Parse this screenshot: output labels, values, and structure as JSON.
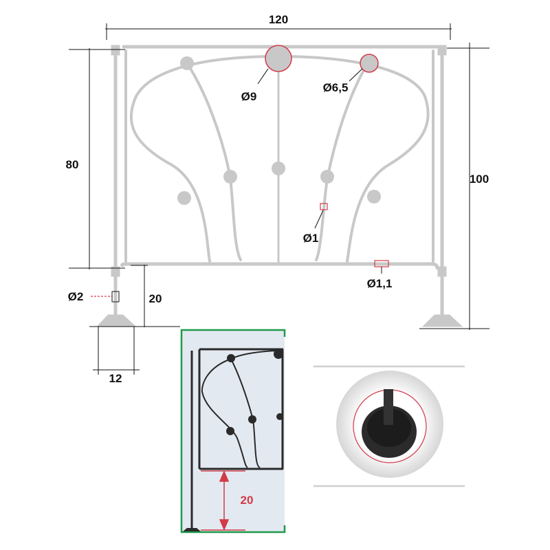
{
  "dimensions": {
    "width": "120",
    "height_panel": "80",
    "height_total": "100",
    "dia_top_center": "Ø9",
    "dia_top_side": "Ø6,5",
    "dia_bar": "Ø1",
    "dia_bottom_rail": "Ø1,1",
    "dia_post": "Ø2",
    "ground_clearance": "20",
    "foot_width": "12"
  },
  "detail": {
    "clearance": "20"
  },
  "colors": {
    "fence": "#c8c8c8",
    "accent_red": "#d23a48",
    "frame_green": "#1f9a4a",
    "detail_bg": "#e3e9f1"
  }
}
